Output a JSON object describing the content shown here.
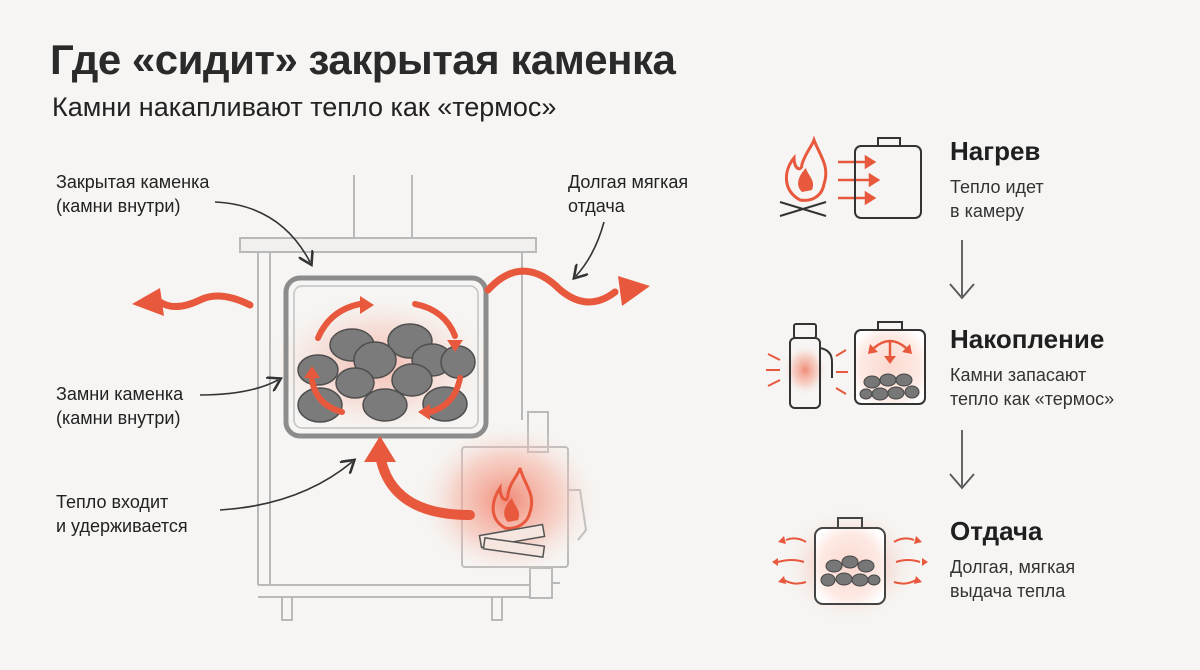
{
  "header": {
    "title": "Где «сидит» закрытая каменка",
    "subtitle": "Камни накапливают тепло как «термос»"
  },
  "callouts": {
    "closed_heater": [
      "Закрытая каменка",
      "(камни внутри)"
    ],
    "stones_heater": [
      "Замни каменка",
      "(камни внутри)"
    ],
    "heat_enters": [
      "Тепло входит",
      "и удерживается"
    ],
    "long_release": [
      "Долгая мягкая",
      "отдача"
    ]
  },
  "steps": [
    {
      "title": "Нагрев",
      "desc": [
        "Тепло идет",
        "в камеру"
      ],
      "icons": [
        "fire-icon",
        "chamber-icon"
      ]
    },
    {
      "title": "Накопление",
      "desc": [
        "Камни запасают",
        "тепло как «термос»"
      ],
      "icons": [
        "thermos-icon",
        "stone-box-icon"
      ]
    },
    {
      "title": "Отдача",
      "desc": [
        "Долгая, мягкая",
        "выдача тепла"
      ],
      "icons": [
        "radiating-box-icon"
      ]
    }
  ],
  "colors": {
    "accent": "#e8583d",
    "line": "#8a8a8a",
    "stone": "#777777",
    "glow": "#f7b4a4",
    "background": "#f6f5f3"
  }
}
